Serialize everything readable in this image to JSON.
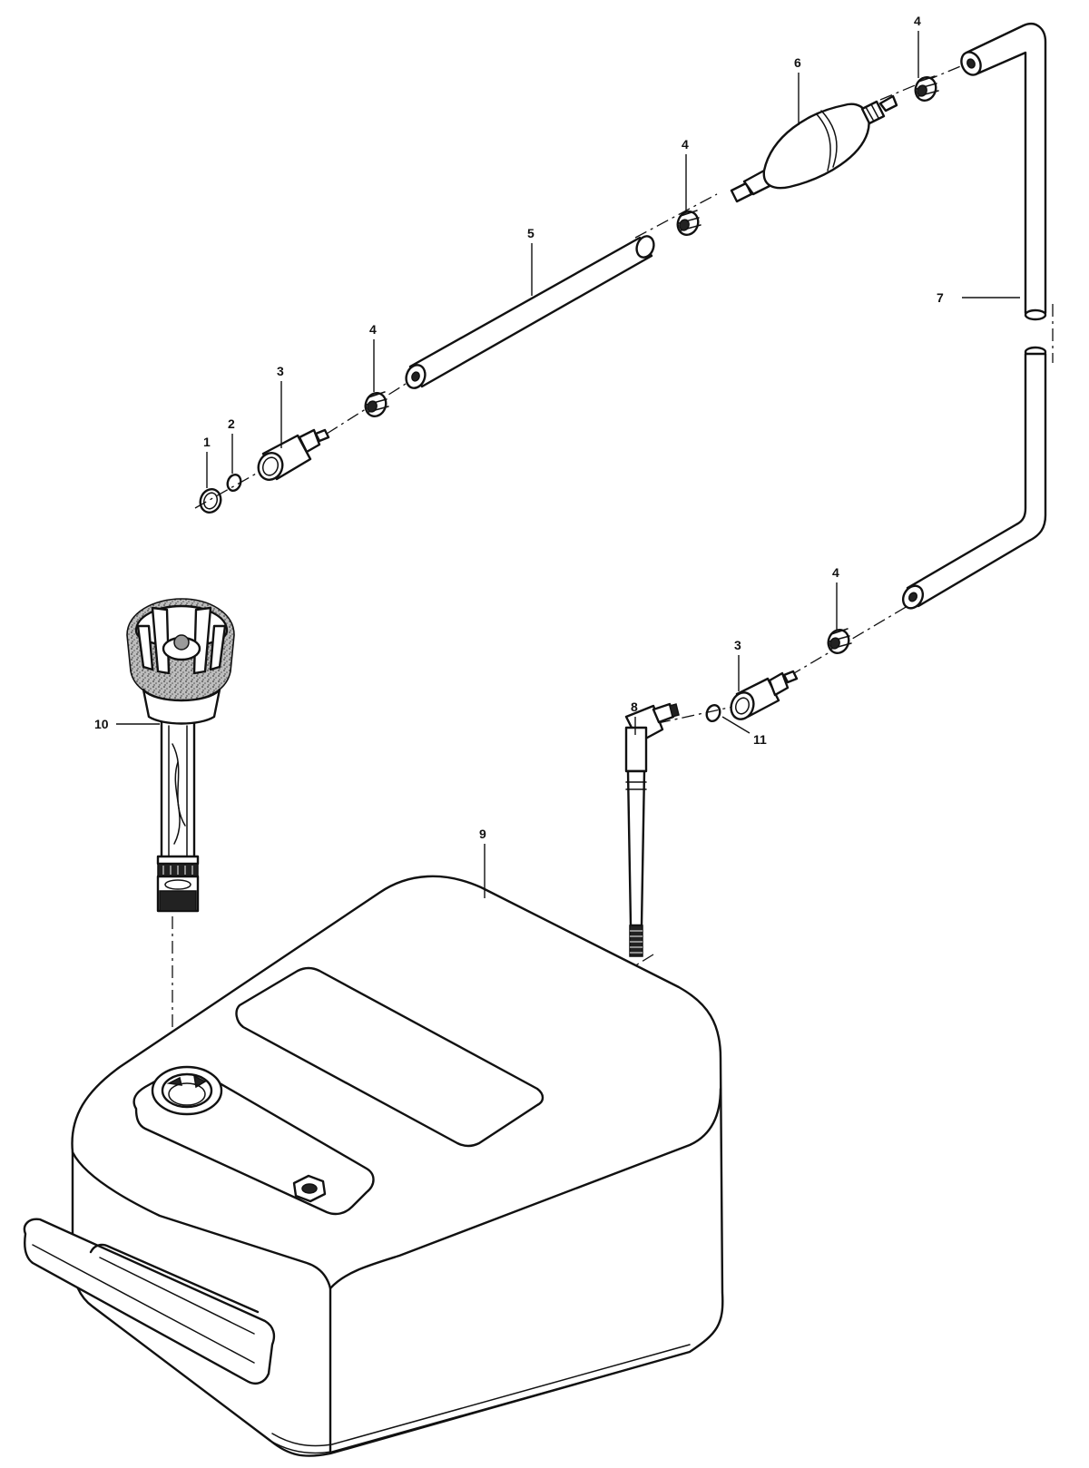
{
  "callouts": {
    "c1": "1",
    "c2": "2",
    "c3a": "3",
    "c3b": "3",
    "c4a": "4",
    "c4b": "4",
    "c4c": "4",
    "c4d": "4",
    "c5": "5",
    "c6": "6",
    "c7": "7",
    "c8": "8",
    "c9": "9",
    "c10": "10",
    "c11": "11"
  },
  "colors": {
    "ink": "#111111",
    "paper": "#ffffff"
  }
}
